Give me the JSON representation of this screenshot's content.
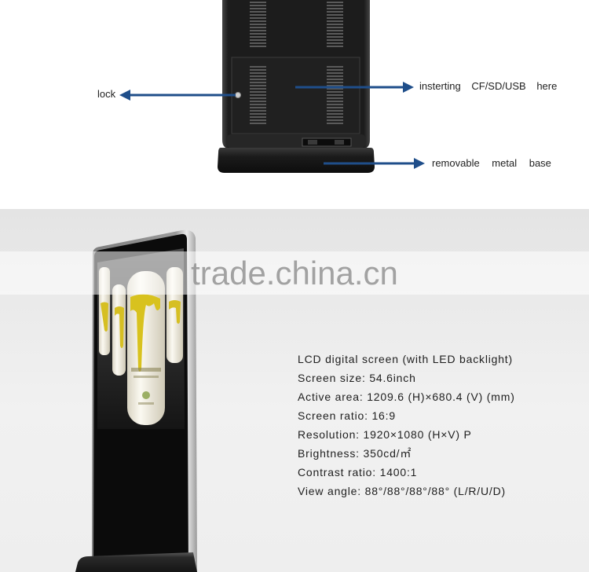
{
  "annotations": {
    "lock_label": "lock",
    "slot_label": "insterting CF/SD/USB here",
    "base_label": "removable metal base"
  },
  "watermark": "trade.china.cn",
  "specs": [
    "LCD digital screen (with LED backlight)",
    "Screen size: 54.6inch",
    "Active area: 1209.6 (H)×680.4 (V) (mm)",
    "Screen ratio: 16:9",
    "Resolution: 1920×1080 (H×V) P",
    "Brightness: 350cd/㎡",
    "Contrast ratio: 1400:1",
    "View angle: 88°/88°/88°/88° (L/R/U/D)"
  ],
  "colors": {
    "arrow": "#1f4e8a",
    "kiosk_body": "#1c1c1c",
    "text": "#1e1e1e",
    "watermark": "#8c8c8c"
  }
}
